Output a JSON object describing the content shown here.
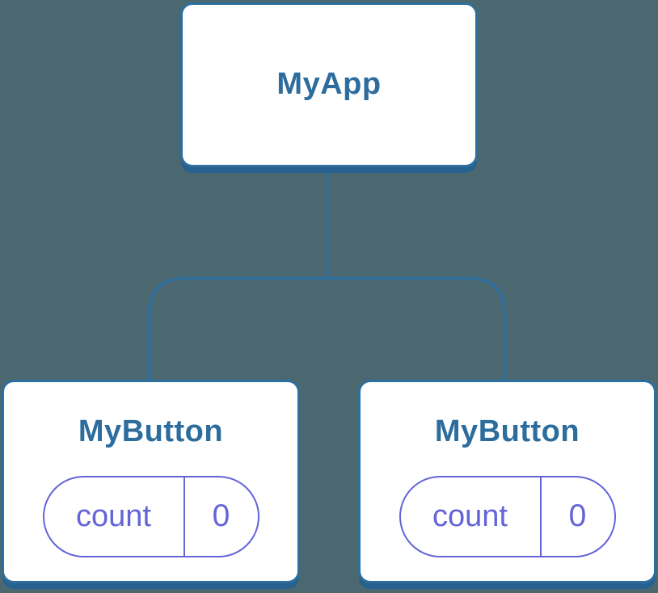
{
  "colors": {
    "background": "#4b6870",
    "node_border": "#2e6e9e",
    "node_fill": "#ffffff",
    "node_shadow": "#27618f",
    "title_text": "#2d6d9d",
    "state_accent": "#6464d8"
  },
  "tree": {
    "root": {
      "label": "MyApp"
    },
    "children": [
      {
        "label": "MyButton",
        "state": {
          "key": "count",
          "value": "0"
        }
      },
      {
        "label": "MyButton",
        "state": {
          "key": "count",
          "value": "0"
        }
      }
    ]
  }
}
